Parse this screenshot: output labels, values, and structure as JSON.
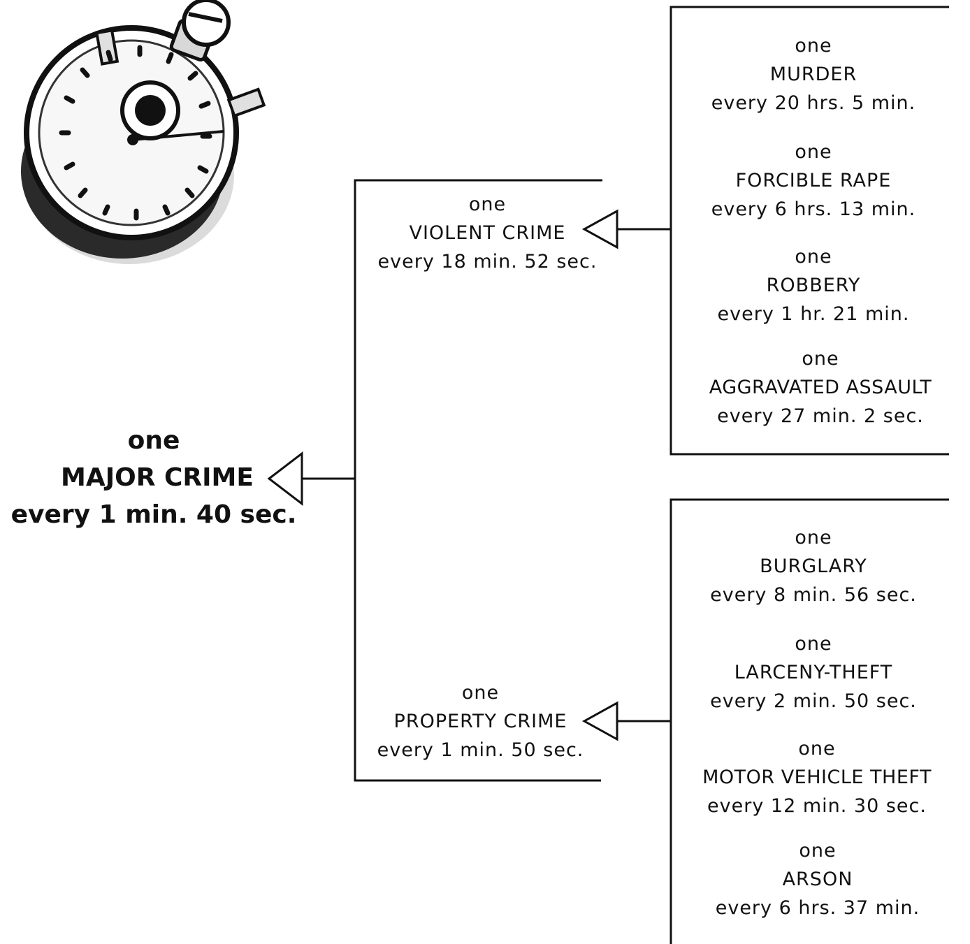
{
  "major": {
    "one": "one",
    "name": "MAJOR CRIME",
    "rate": "every 1 min. 40 sec."
  },
  "violent": {
    "one": "one",
    "name": "VIOLENT CRIME",
    "rate": "every 18 min. 52 sec."
  },
  "property": {
    "one": "one",
    "name": "PROPERTY CRIME",
    "rate": "every 1 min. 50 sec."
  },
  "violent_items": [
    {
      "one": "one",
      "name": "MURDER",
      "rate": "every 20 hrs. 5 min."
    },
    {
      "one": "one",
      "name": "FORCIBLE RAPE",
      "rate": "every 6 hrs. 13 min."
    },
    {
      "one": "one",
      "name": "ROBBERY",
      "rate": "every 1 hr. 21 min."
    },
    {
      "one": "one",
      "name": "AGGRAVATED ASSAULT",
      "rate": "every 27 min. 2 sec."
    }
  ],
  "property_items": [
    {
      "one": "one",
      "name": "BURGLARY",
      "rate": "every 8 min. 56 sec."
    },
    {
      "one": "one",
      "name": "LARCENY-THEFT",
      "rate": "every 2 min. 50 sec."
    },
    {
      "one": "one",
      "name": "MOTOR VEHICLE THEFT",
      "rate": "every 12 min. 30 sec."
    },
    {
      "one": "one",
      "name": "ARSON",
      "rate": "every 6 hrs. 37 min."
    }
  ],
  "icons": {
    "clock": "stopwatch-icon"
  }
}
